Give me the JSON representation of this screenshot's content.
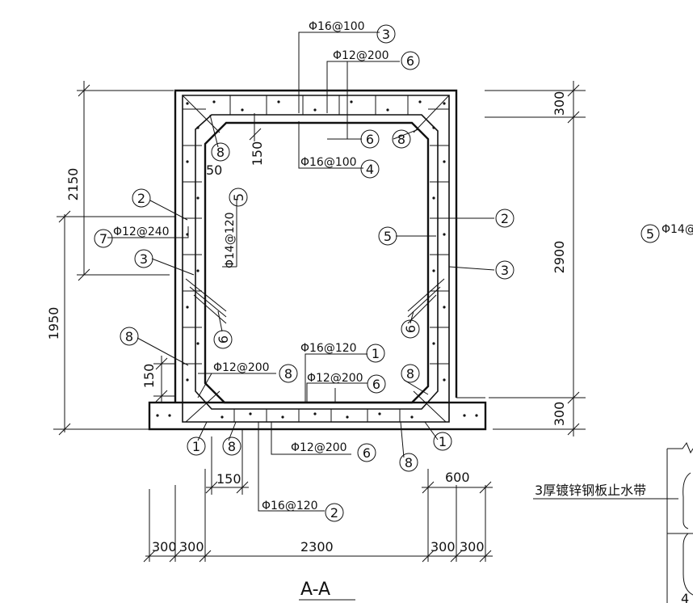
{
  "section_title": "A-A",
  "dims": {
    "top_300": "300",
    "total_2900": "2900",
    "bottom_300": "300",
    "left_2150": "2150",
    "left_1950": "1950",
    "haunch_150_top": "150",
    "haunch_150_left": "150",
    "offset_50": "50",
    "b300a": "300",
    "b300b": "300",
    "b2300": "2300",
    "b300c": "300",
    "b300d": "300",
    "b150": "150",
    "b600": "600"
  },
  "rebar": {
    "r16_100_top": "Φ16@100",
    "r12_200_top": "Φ12@200",
    "r16_100_inner": "Φ16@100",
    "r12_240": "Φ12@240",
    "r14_120_v": "Φ14@120",
    "r16_120_bot_in": "Φ16@120",
    "r12_200_bot_l": "Φ12@200",
    "r12_200_bot_r": "Φ12@200",
    "r12_200_under": "Φ12@200",
    "r16_120_under": "Φ16@120",
    "r14_right_edge": "Φ14@"
  },
  "marks": {
    "m3_top": "3",
    "m6_top": "6",
    "m6_inner": "6",
    "m8_top_r": "8",
    "m4": "4",
    "m8_top_l": "8",
    "m2_left": "2",
    "m5_vert": "5",
    "m7": "7",
    "m3_left": "3",
    "m6_left": "6",
    "m8_left": "8",
    "m2_right": "2",
    "m5_right": "5",
    "m3_right": "3",
    "m6_right": "6",
    "m1_mid": "1",
    "m8_mid": "8",
    "m8_br": "8",
    "m1_bl": "1",
    "m8_bl": "8",
    "m6_under": "6",
    "m8_under": "8",
    "m1_br": "1",
    "m2_under": "2",
    "m5_edge": "5"
  },
  "detail": {
    "waterstop": "3厚镀锌钢板止水带",
    "partial_digit": "4"
  }
}
